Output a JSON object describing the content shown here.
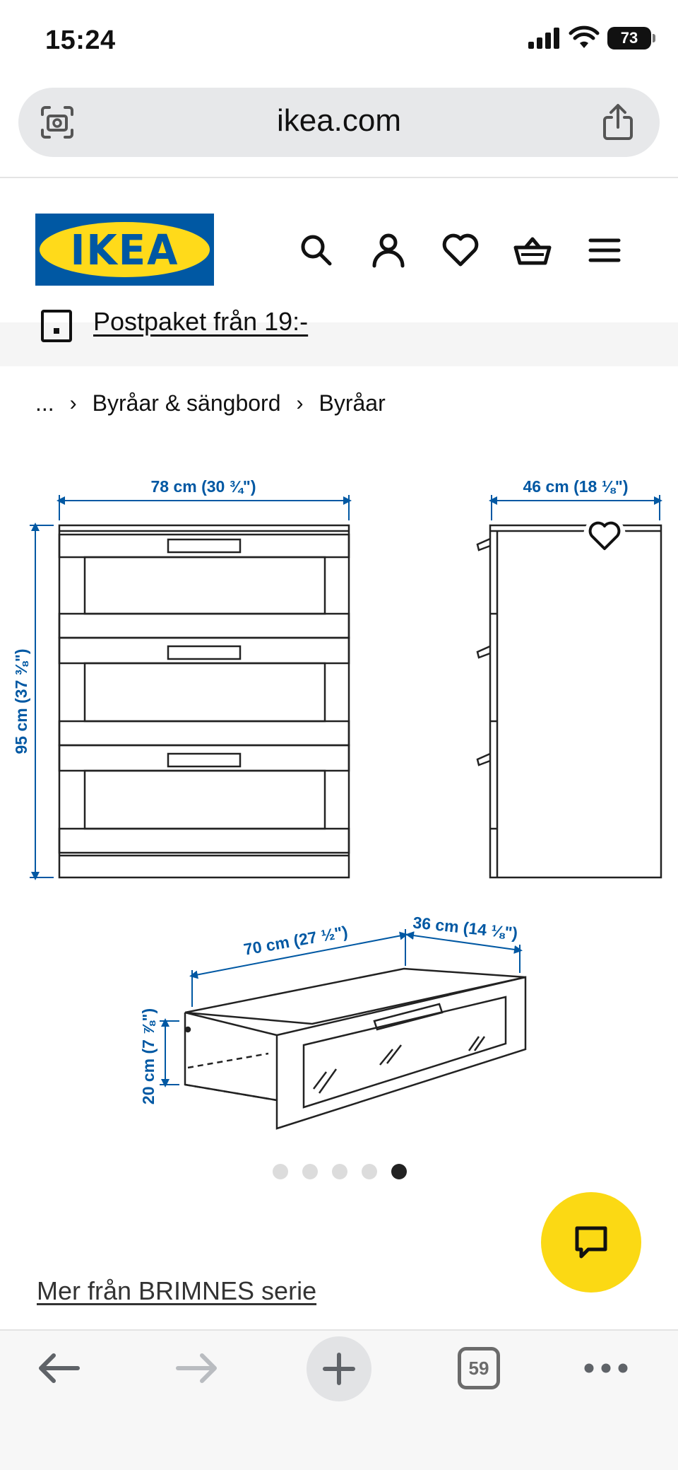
{
  "status_bar": {
    "time": "15:24",
    "battery": "73",
    "icons": [
      "signal-icon",
      "wifi-icon",
      "battery-icon"
    ]
  },
  "browser": {
    "url": "ikea.com",
    "left_icon": "camera-search-icon",
    "right_icon": "share-icon"
  },
  "header": {
    "logo_text": "IKEA",
    "icons": [
      "search-icon",
      "user-icon",
      "heart-icon",
      "basket-icon",
      "menu-icon"
    ]
  },
  "promo": {
    "text": "Postpaket från 19:-"
  },
  "breadcrumb": {
    "ellipsis": "...",
    "items": [
      "Byråar & sängbord",
      "Byråar"
    ]
  },
  "product_image": {
    "labels": {
      "width": "78 cm (30 ¾\")",
      "depth": "46 cm (18 ⅛\")",
      "height": "95 cm (37 ⅜\")",
      "drawer_width": "70 cm (27 ½\")",
      "drawer_depth": "36 cm (14 ⅛\")",
      "drawer_height": "20 cm (7 ⅞\")"
    },
    "dimension_color": "#0058a3"
  },
  "carousel": {
    "count": 5,
    "active_index": 4
  },
  "more_link": "Mer från BRIMNES serie",
  "toolbar": {
    "tabs_count": "59",
    "icons": [
      "back-arrow-icon",
      "forward-arrow-icon",
      "plus-icon",
      "tabs-icon",
      "more-icon"
    ]
  }
}
